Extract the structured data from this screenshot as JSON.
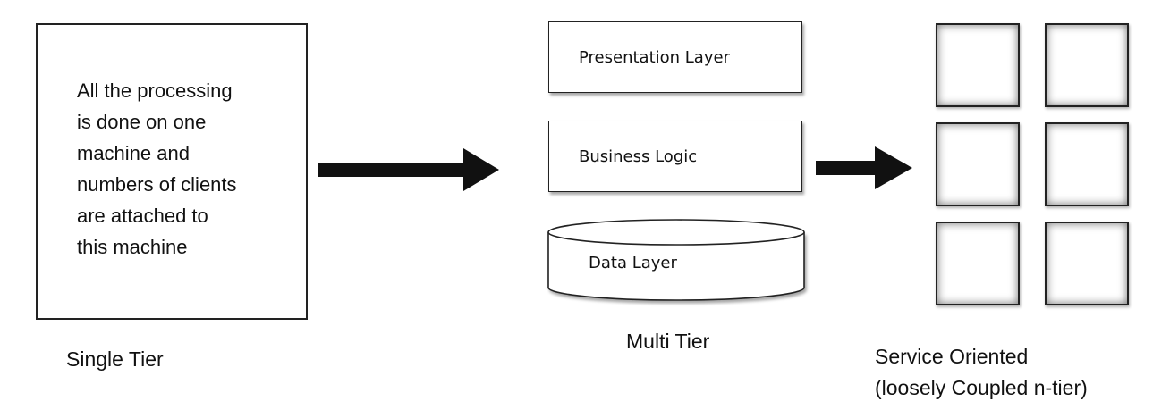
{
  "single_tier": {
    "description_lines": [
      "All the processing",
      "is done on one",
      "machine and",
      "numbers of clients",
      "are attached to",
      "this machine"
    ],
    "caption": "Single Tier"
  },
  "multi_tier": {
    "layers": {
      "presentation": "Presentation Layer",
      "business": "Business Logic",
      "data": "Data Layer"
    },
    "caption": "Multi Tier"
  },
  "service_oriented": {
    "tile_count": 6,
    "caption_line1": "Service Oriented",
    "caption_line2": "(loosely Coupled n-tier)"
  },
  "colors": {
    "stroke": "#222222",
    "arrow": "#111111",
    "background": "#ffffff"
  }
}
